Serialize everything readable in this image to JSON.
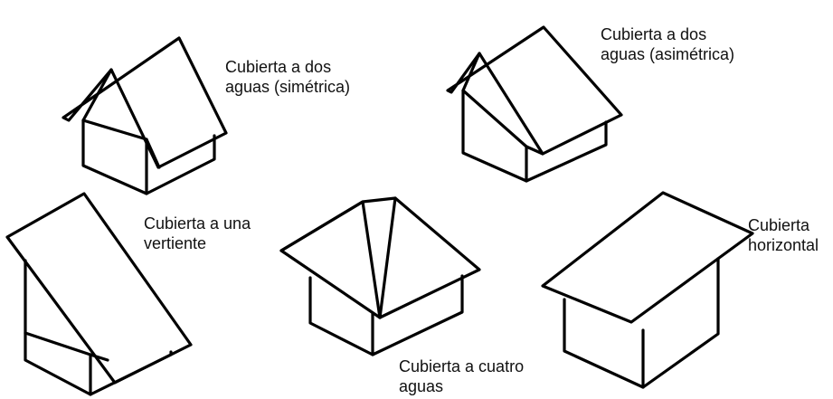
{
  "roof_types": [
    {
      "id": "gable-symmetric",
      "lines": [
        "Cubierta a dos",
        "aguas (simétrica)"
      ]
    },
    {
      "id": "gable-asymmetric",
      "lines": [
        "Cubierta a dos",
        "aguas (asimétrica)"
      ]
    },
    {
      "id": "shed",
      "lines": [
        "Cubierta a una",
        "vertiente"
      ]
    },
    {
      "id": "hip",
      "lines": [
        "Cubierta a cuatro",
        "aguas"
      ]
    },
    {
      "id": "flat",
      "lines": [
        "Cubierta",
        "horizontal"
      ]
    }
  ]
}
